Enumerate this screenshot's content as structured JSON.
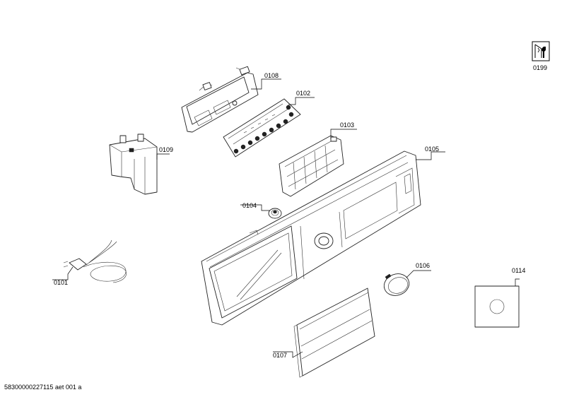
{
  "diagram": {
    "parts": [
      {
        "id": "part-0101",
        "label": "0101"
      },
      {
        "id": "part-0102",
        "label": "0102"
      },
      {
        "id": "part-0103",
        "label": "0103"
      },
      {
        "id": "part-0104",
        "label": "0104"
      },
      {
        "id": "part-0105",
        "label": "0105"
      },
      {
        "id": "part-0106",
        "label": "0106"
      },
      {
        "id": "part-0107",
        "label": "0107"
      },
      {
        "id": "part-0108",
        "label": "0108"
      },
      {
        "id": "part-0109",
        "label": "0109"
      },
      {
        "id": "part-0114",
        "label": "0114"
      },
      {
        "id": "part-0199",
        "label": "0199"
      }
    ],
    "icon": "service-wrench-icon"
  },
  "footer": {
    "drawing_number": "58300000227115 aet 001 a"
  }
}
